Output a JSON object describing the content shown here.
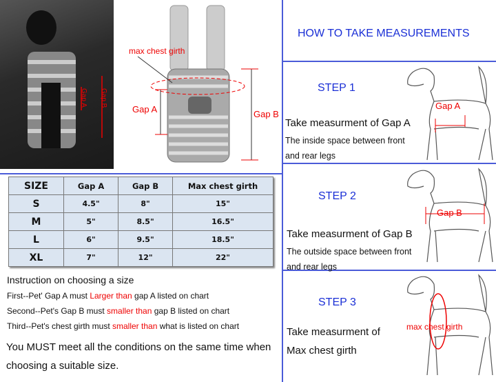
{
  "photo_labels": {
    "gap_a": "Gap A",
    "gap_b": "Gap B"
  },
  "diagram_labels": {
    "max_chest_girth": "max chest girth",
    "gap_a": "Gap A",
    "gap_b": "Gap B"
  },
  "size_table": {
    "headers": [
      "SIZE",
      "Gap A",
      "Gap B",
      "Max chest girth"
    ],
    "rows": [
      [
        "S",
        "4.5\"",
        "8\"",
        "15\""
      ],
      [
        "M",
        "5\"",
        "8.5\"",
        "16.5\""
      ],
      [
        "L",
        "6\"",
        "9.5\"",
        "18.5\""
      ],
      [
        "XL",
        "7\"",
        "12\"",
        "22\""
      ]
    ]
  },
  "instructions": {
    "title": "Instruction on choosing a size",
    "lines": [
      {
        "pre": "First--Pet' Gap A must ",
        "red": "Larger than ",
        "post": " gap A listed on chart"
      },
      {
        "pre": "Second--Pet's Gap B must ",
        "red": "smaller than",
        "post": " gap B listed on chart"
      },
      {
        "pre": "Third--Pet's chest girth must ",
        "red": "smaller than",
        "post": " what is listed on chart"
      }
    ],
    "note1": "You MUST meet all the conditions on the same time when",
    "note2": "choosing a suitable size."
  },
  "measure": {
    "title": "HOW TO TAKE MEASUREMENTS",
    "steps": [
      {
        "step": "STEP 1",
        "heading": "Take measurment of Gap A",
        "desc1": "The inside space between front",
        "desc2": "and rear legs",
        "label": "Gap A"
      },
      {
        "step": "STEP 2",
        "heading": "Take measurment of Gap B",
        "desc1": "The outside space between front",
        "desc2": "and rear legs",
        "label": "Gap B"
      },
      {
        "step": "STEP 3",
        "heading": "Take measurment of",
        "desc1": "Max chest girth",
        "label": "max chest girth"
      }
    ]
  }
}
